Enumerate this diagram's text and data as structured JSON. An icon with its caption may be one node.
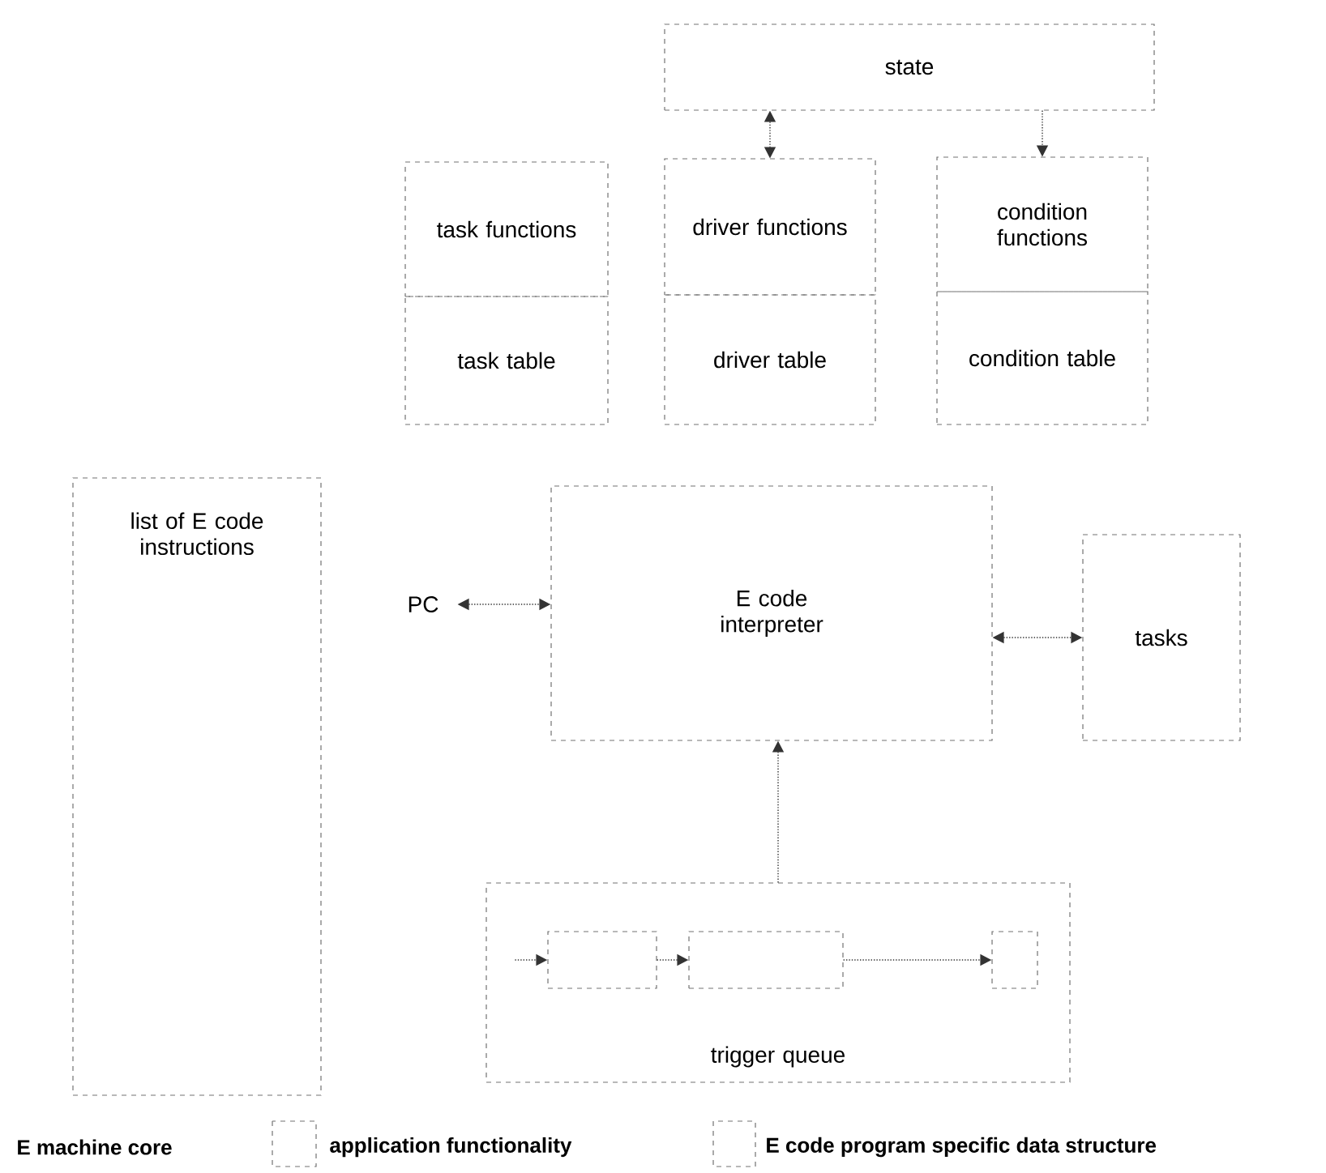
{
  "diagram": {
    "nodes": [
      {
        "text": [
          "state"
        ]
      },
      {
        "text": [
          "task functions"
        ]
      },
      {
        "text": [
          "task table"
        ]
      },
      {
        "text": [
          "driver functions"
        ]
      },
      {
        "text": [
          "driver table"
        ]
      },
      {
        "text": [
          "condition functions"
        ]
      },
      {
        "text": [
          "condition table"
        ]
      },
      {
        "text": [
          "list of E code instructions"
        ]
      },
      {
        "text": [
          "PC"
        ]
      },
      {
        "text": [
          "E code interpreter"
        ]
      },
      {
        "text": [
          "tasks"
        ]
      },
      {
        "text": [
          "trigger queue"
        ]
      },
      {
        "text": [],
        "shape": "box",
        "in": 11
      },
      {
        "text": [],
        "shape": "box",
        "in": 11
      },
      {
        "text": [],
        "shape": "box",
        "in": 11
      }
    ],
    "edges": [
      {
        "from": 0,
        "to": 3,
        "arrow": "both"
      },
      {
        "from": 0,
        "to": 5,
        "arrow": "to"
      },
      {
        "from": 8,
        "to": 9,
        "arrow": "both"
      },
      {
        "from": 9,
        "to": 10,
        "arrow": "both"
      },
      {
        "from": 11,
        "to": 9,
        "arrow": "to"
      },
      {
        "from": null,
        "to": 12,
        "arrow": "to"
      },
      {
        "from": 12,
        "to": 13,
        "arrow": "to"
      },
      {
        "from": 13,
        "to": 14,
        "arrow": "to"
      }
    ],
    "legend": [
      {
        "text": "E machine core"
      },
      {
        "text": "application functionality"
      },
      {
        "text": "E code program specific data structure"
      }
    ]
  }
}
